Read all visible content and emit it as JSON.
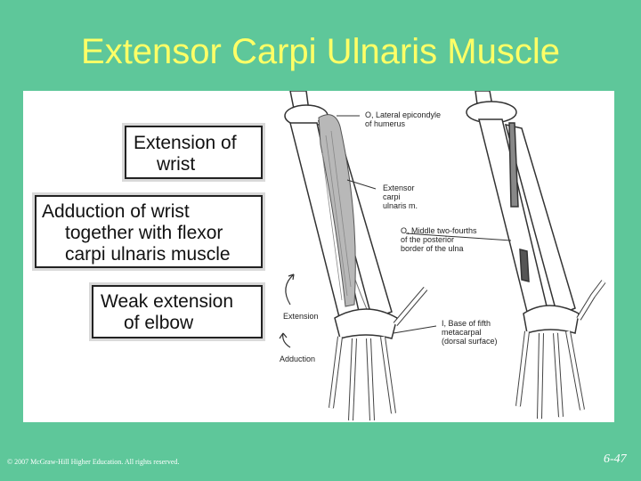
{
  "slide": {
    "title": "Extensor Carpi Ulnaris Muscle",
    "footer": "© 2007 McGraw-Hill Higher Education. All rights reserved.",
    "page_number": "6-47"
  },
  "callouts": {
    "first": {
      "line1": "Extension of",
      "line2": "wrist"
    },
    "second": {
      "line1": "Adduction of wrist",
      "line2": "together with flexor",
      "line3": "carpi ulnaris muscle"
    },
    "third": {
      "line1": "Weak extension",
      "line2": "of elbow"
    }
  },
  "illustration": {
    "origin_label": {
      "line1": "O, Lateral epicondyle",
      "line2": "of humerus"
    },
    "muscle_label": {
      "line1": "Extensor",
      "line2": "carpi",
      "line3": "ulnaris m."
    },
    "origin2_label": {
      "line1": "O, Middle two-fourths",
      "line2": "of the posterior",
      "line3": "border of the ulna"
    },
    "insertion_label": {
      "line1": "I, Base of fifth",
      "line2": "metacarpal",
      "line3": "(dorsal surface)"
    },
    "extension_label": "Extension",
    "adduction_label": "Adduction"
  },
  "colors": {
    "background": "#5ec79a",
    "title": "#ffff66",
    "muscle": "#b8b8b8"
  }
}
